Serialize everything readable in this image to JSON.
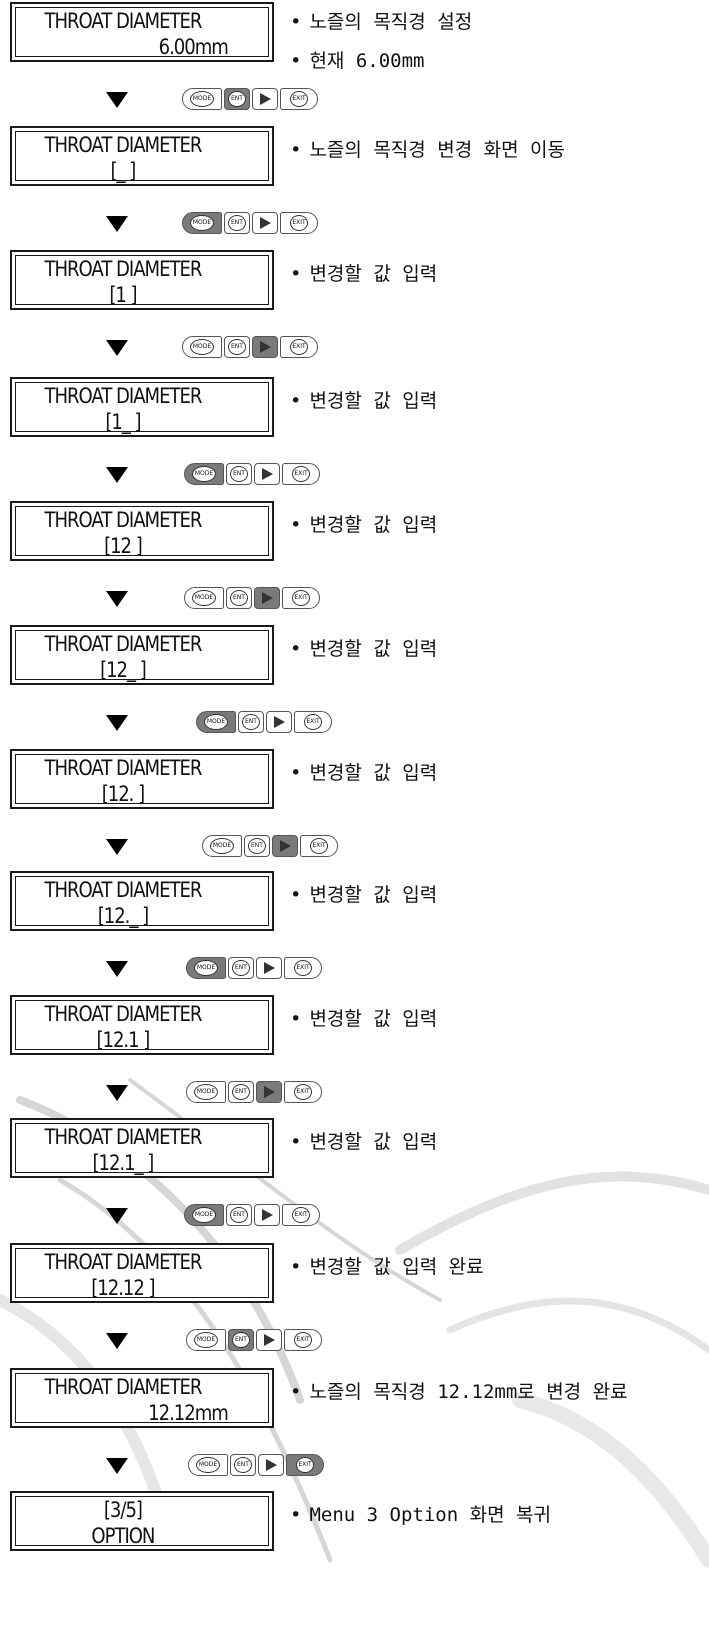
{
  "steps": [
    {
      "line1": "THROAT DIAMETER",
      "line2": "6.00mm",
      "align": "right",
      "desc": "노즐의 목직경 설정",
      "desc2": "현재 6.00mm",
      "key": "ent"
    },
    {
      "line1": "THROAT DIAMETER",
      "line2": "[_ ]",
      "align": "center",
      "desc": "노즐의 목직경 변경 화면 이동",
      "key": "mode"
    },
    {
      "line1": "THROAT DIAMETER",
      "line2": "[1 ]",
      "align": "center",
      "desc": "변경할 값 입력",
      "key": "nav"
    },
    {
      "line1": "THROAT DIAMETER",
      "line2": "[1_ ]",
      "align": "center",
      "desc": "변경할 값 입력",
      "key": "mode"
    },
    {
      "line1": "THROAT DIAMETER",
      "line2": "[12 ]",
      "align": "center",
      "desc": "변경할 값 입력",
      "key": "nav"
    },
    {
      "line1": "THROAT DIAMETER",
      "line2": "[12_ ]",
      "align": "center",
      "desc": "변경할 값 입력",
      "key": "mode"
    },
    {
      "line1": "THROAT DIAMETER",
      "line2": "[12. ]",
      "align": "center",
      "desc": "변경할 값 입력",
      "key": "nav"
    },
    {
      "line1": "THROAT DIAMETER",
      "line2": "[12._ ]",
      "align": "center",
      "desc": "변경할 값 입력",
      "key": "mode"
    },
    {
      "line1": "THROAT DIAMETER",
      "line2": "[12.1 ]",
      "align": "center",
      "desc": "변경할 값 입력",
      "key": "nav"
    },
    {
      "line1": "THROAT DIAMETER",
      "line2": "[12.1_ ]",
      "align": "center",
      "desc": "변경할 값 입력",
      "key": "mode"
    },
    {
      "line1": "THROAT DIAMETER",
      "line2": "[12.12 ]",
      "align": "center",
      "desc": "변경할 값 입력 완료",
      "key": "ent"
    },
    {
      "line1": "THROAT DIAMETER",
      "line2": "12.12mm",
      "align": "right",
      "desc": "노즐의 목직경 12.12mm로 변경 완료",
      "key": "exit"
    },
    {
      "line1": "[3/5]",
      "line2": "OPTION",
      "align": "center",
      "desc": "Menu 3 Option 화면 복귀",
      "key": null
    }
  ],
  "keypad": {
    "mode": "MODE",
    "ent": "ENT",
    "exit": "EXIT"
  },
  "colors": {
    "active_key": "#7a7a7a",
    "border": "#1a1a1a"
  }
}
